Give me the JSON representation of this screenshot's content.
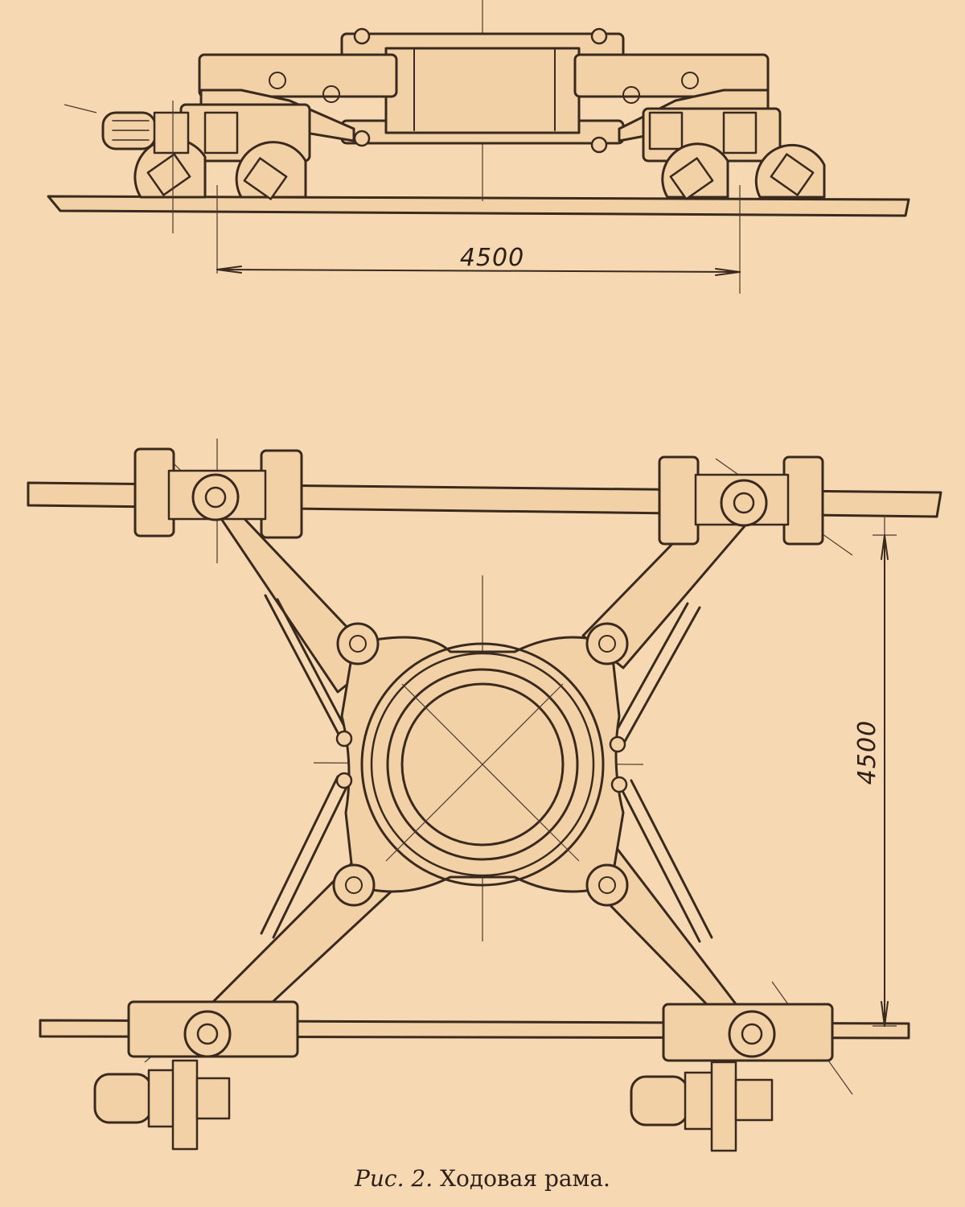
{
  "figure": {
    "caption_prefix": "Рис. 2.",
    "caption_title": "Ходовая рама."
  },
  "side_view": {
    "dimension_label": "4500"
  },
  "plan_view": {
    "dimension_label": "4500"
  },
  "colors": {
    "paper": "#f6d9b3",
    "ink": "#3a2a1e"
  }
}
